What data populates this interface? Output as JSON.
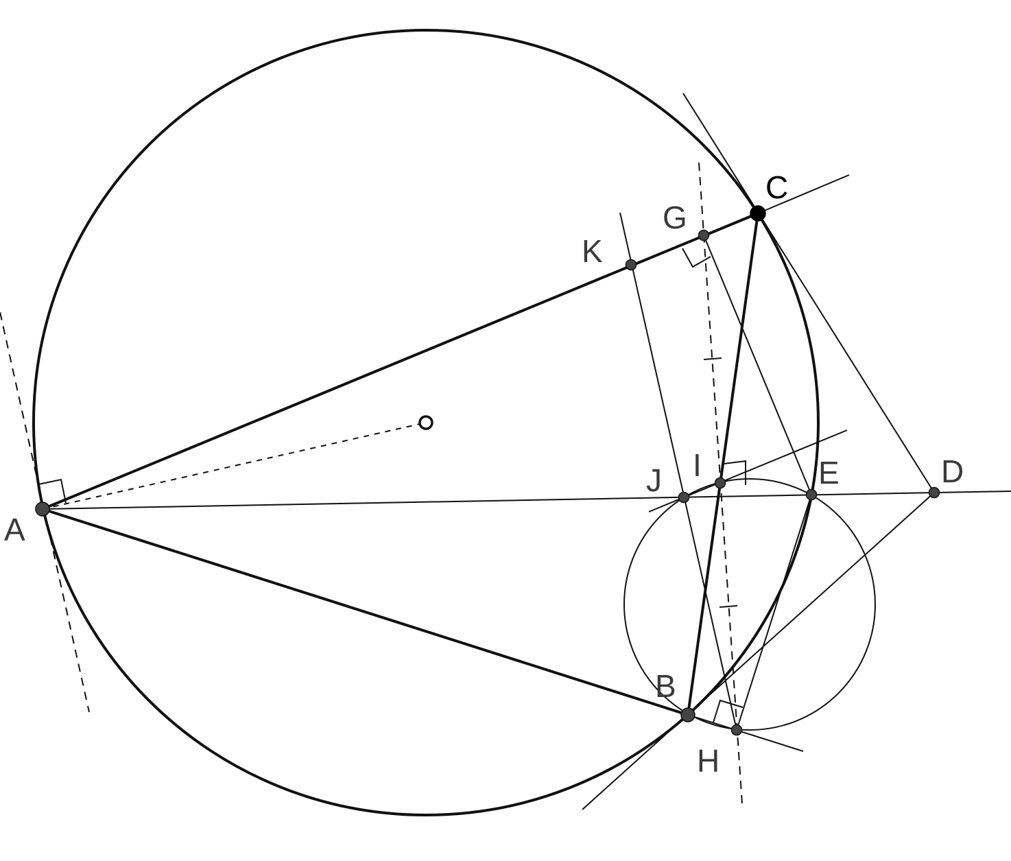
{
  "points": {
    "A": "A",
    "B": "B",
    "C": "C",
    "D": "D",
    "E": "E",
    "G": "G",
    "H": "H",
    "I": "I",
    "J": "J",
    "K": "K"
  },
  "colors": {
    "stroke": "#111111",
    "point_fill": "#444444",
    "label": "#3a3a3a",
    "background": "#ffffff"
  }
}
